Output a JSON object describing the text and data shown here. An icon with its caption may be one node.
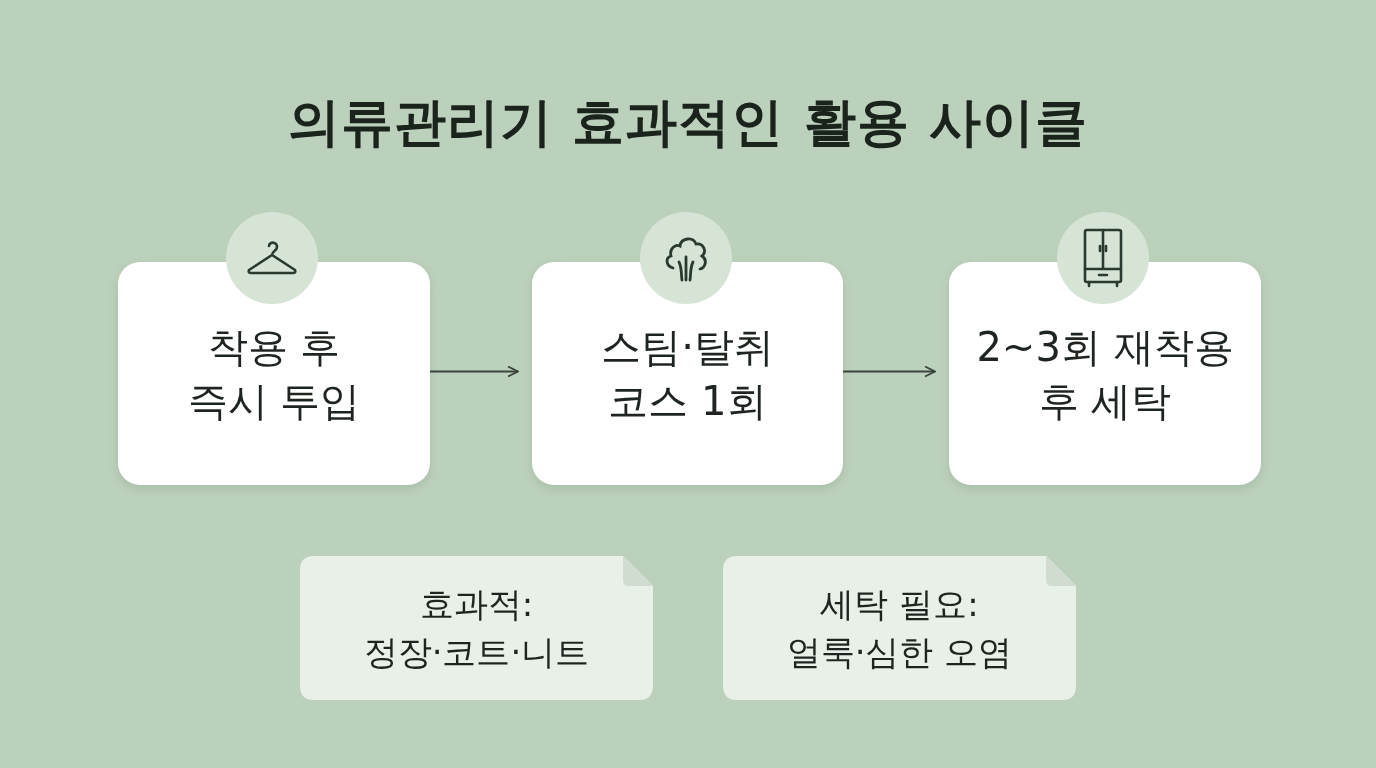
{
  "diagram": {
    "title": "의류관리기 효과적인 활용 사이클",
    "nodes": [
      {
        "text": [
          "착용 후 즉시 투입"
        ]
      },
      {
        "text": [
          "스팀·탈취 코스 1회"
        ]
      },
      {
        "text": [
          "2~3회 재착용 후 세탁"
        ]
      },
      {
        "text": [
          "효과적:",
          "정장·코트·니트"
        ]
      },
      {
        "text": [
          "세탁 필요:",
          "얼룩·심한 오염"
        ]
      }
    ],
    "edges": [
      {
        "from": 0,
        "to": 1,
        "arrow": "to"
      },
      {
        "from": 1,
        "to": 2,
        "arrow": "to"
      }
    ]
  }
}
